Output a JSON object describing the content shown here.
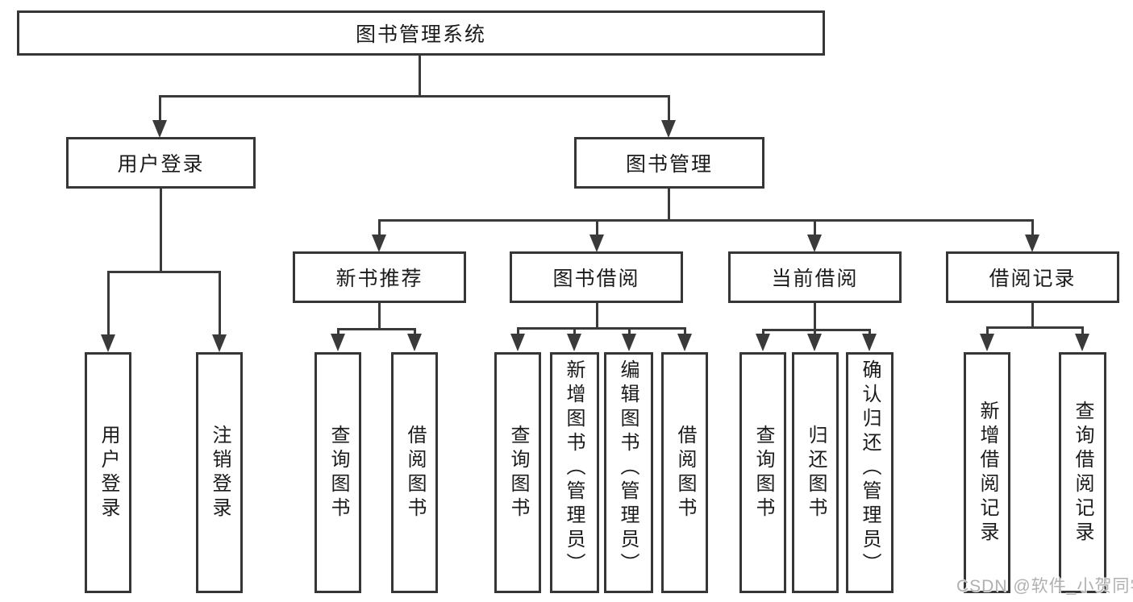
{
  "tree": {
    "root": {
      "label": "图书管理系统",
      "children": [
        {
          "label": "用户登录",
          "children": [
            {
              "label": "用户登录"
            },
            {
              "label": "注销登录"
            }
          ]
        },
        {
          "label": "图书管理",
          "children": [
            {
              "label": "新书推荐",
              "children": [
                {
                  "label": "查询图书"
                },
                {
                  "label": "借阅图书"
                }
              ]
            },
            {
              "label": "图书借阅",
              "children": [
                {
                  "label": "查询图书"
                },
                {
                  "label": "新增图书（管理员）"
                },
                {
                  "label": "编辑图书（管理员）"
                },
                {
                  "label": "借阅图书"
                }
              ]
            },
            {
              "label": "当前借阅",
              "children": [
                {
                  "label": "查询图书"
                },
                {
                  "label": "归还图书"
                },
                {
                  "label": "确认归还（管理员）"
                }
              ]
            },
            {
              "label": "借阅记录",
              "children": [
                {
                  "label": "新增借阅记录"
                },
                {
                  "label": "查询借阅记录"
                }
              ]
            }
          ]
        }
      ]
    }
  },
  "watermark": {
    "text": "CSDN @软件_小贺同学",
    "color": "#b0b0b0"
  },
  "colors": {
    "line": "#3a3a3a",
    "box_border": "#363636",
    "box_fill": "#ffffff",
    "text": "#1b1b1b",
    "background": "#ffffff"
  }
}
